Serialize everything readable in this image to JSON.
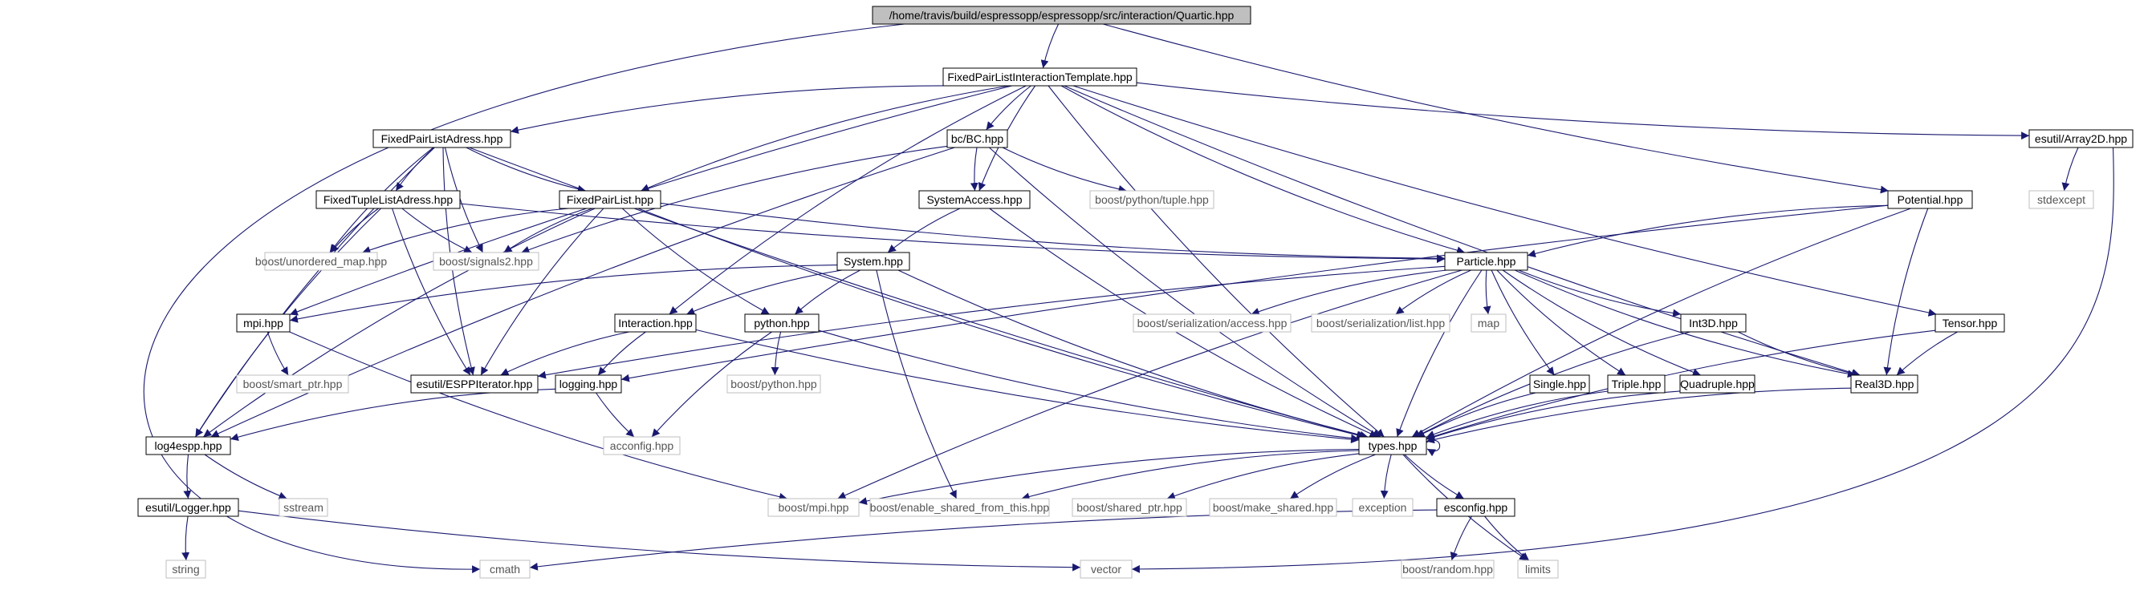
{
  "colors": {
    "edge": "#191970",
    "root_fill": "#bfbfbf",
    "node_border": "#000000",
    "ext_border": "#bfbfbf",
    "text": "#000000",
    "ext_text": "#555555"
  },
  "nodes": [
    {
      "id": "quartic",
      "label": "/home/travis/build/espressopp/espressopp/src/interaction/Quartic.hpp",
      "kind": "root"
    },
    {
      "id": "fplit",
      "label": "FixedPairListInteractionTemplate.hpp",
      "kind": "file"
    },
    {
      "id": "fpla",
      "label": "FixedPairListAdress.hpp",
      "kind": "file"
    },
    {
      "id": "bc",
      "label": "bc/BC.hpp",
      "kind": "file"
    },
    {
      "id": "a2d",
      "label": "esutil/Array2D.hpp",
      "kind": "file"
    },
    {
      "id": "ftla",
      "label": "FixedTupleListAdress.hpp",
      "kind": "file"
    },
    {
      "id": "fpl",
      "label": "FixedPairList.hpp",
      "kind": "file"
    },
    {
      "id": "sysacc",
      "label": "SystemAccess.hpp",
      "kind": "file"
    },
    {
      "id": "tuple",
      "label": "boost/python/tuple.hpp",
      "kind": "ext"
    },
    {
      "id": "potential",
      "label": "Potential.hpp",
      "kind": "file"
    },
    {
      "id": "stdexcept",
      "label": "stdexcept",
      "kind": "ext"
    },
    {
      "id": "umap",
      "label": "boost/unordered_map.hpp",
      "kind": "ext"
    },
    {
      "id": "sig2",
      "label": "boost/signals2.hpp",
      "kind": "ext"
    },
    {
      "id": "system",
      "label": "System.hpp",
      "kind": "file"
    },
    {
      "id": "particle",
      "label": "Particle.hpp",
      "kind": "file"
    },
    {
      "id": "mpi",
      "label": "mpi.hpp",
      "kind": "file"
    },
    {
      "id": "interaction",
      "label": "Interaction.hpp",
      "kind": "file"
    },
    {
      "id": "python",
      "label": "python.hpp",
      "kind": "file"
    },
    {
      "id": "serAccess",
      "label": "boost/serialization/access.hpp",
      "kind": "ext"
    },
    {
      "id": "serList",
      "label": "boost/serialization/list.hpp",
      "kind": "ext"
    },
    {
      "id": "map",
      "label": "map",
      "kind": "ext"
    },
    {
      "id": "int3d",
      "label": "Int3D.hpp",
      "kind": "file"
    },
    {
      "id": "tensor",
      "label": "Tensor.hpp",
      "kind": "file"
    },
    {
      "id": "sptrMpi",
      "label": "boost/smart_ptr.hpp",
      "kind": "ext"
    },
    {
      "id": "esppIter",
      "label": "esutil/ESPPIterator.hpp",
      "kind": "file"
    },
    {
      "id": "logging",
      "label": "logging.hpp",
      "kind": "file"
    },
    {
      "id": "bpython",
      "label": "boost/python.hpp",
      "kind": "ext"
    },
    {
      "id": "single",
      "label": "Single.hpp",
      "kind": "file"
    },
    {
      "id": "triple",
      "label": "Triple.hpp",
      "kind": "file"
    },
    {
      "id": "quadruple",
      "label": "Quadruple.hpp",
      "kind": "file"
    },
    {
      "id": "real3d",
      "label": "Real3D.hpp",
      "kind": "file"
    },
    {
      "id": "log4espp",
      "label": "log4espp.hpp",
      "kind": "file"
    },
    {
      "id": "acconfig",
      "label": "acconfig.hpp",
      "kind": "ext"
    },
    {
      "id": "types",
      "label": "types.hpp",
      "kind": "file"
    },
    {
      "id": "logger",
      "label": "esutil/Logger.hpp",
      "kind": "file"
    },
    {
      "id": "sstream",
      "label": "sstream",
      "kind": "ext"
    },
    {
      "id": "bmpi",
      "label": "boost/mpi.hpp",
      "kind": "ext"
    },
    {
      "id": "esft",
      "label": "boost/enable_shared_from_this.hpp",
      "kind": "ext"
    },
    {
      "id": "sptr",
      "label": "boost/shared_ptr.hpp",
      "kind": "ext"
    },
    {
      "id": "mkshared",
      "label": "boost/make_shared.hpp",
      "kind": "ext"
    },
    {
      "id": "exception",
      "label": "exception",
      "kind": "ext"
    },
    {
      "id": "esconfig",
      "label": "esconfig.hpp",
      "kind": "file"
    },
    {
      "id": "string",
      "label": "string",
      "kind": "ext"
    },
    {
      "id": "cmath",
      "label": "cmath",
      "kind": "ext"
    },
    {
      "id": "vector",
      "label": "vector",
      "kind": "ext"
    },
    {
      "id": "brandom",
      "label": "boost/random.hpp",
      "kind": "ext"
    },
    {
      "id": "limits",
      "label": "limits",
      "kind": "ext"
    }
  ],
  "edges": [
    [
      "quartic",
      "fplit"
    ],
    [
      "quartic",
      "potential"
    ],
    [
      "quartic",
      "cmath"
    ],
    [
      "fplit",
      "fpla"
    ],
    [
      "fplit",
      "bc"
    ],
    [
      "fplit",
      "a2d"
    ],
    [
      "fplit",
      "fpl"
    ],
    [
      "fplit",
      "sysacc"
    ],
    [
      "fplit",
      "particle"
    ],
    [
      "fplit",
      "interaction"
    ],
    [
      "fplit",
      "mpi"
    ],
    [
      "fplit",
      "types"
    ],
    [
      "fplit",
      "real3d"
    ],
    [
      "fplit",
      "tensor"
    ],
    [
      "fpla",
      "ftla"
    ],
    [
      "fpla",
      "fpl"
    ],
    [
      "fpla",
      "umap"
    ],
    [
      "fpla",
      "sig2"
    ],
    [
      "fpla",
      "log4espp"
    ],
    [
      "fpla",
      "esppIter"
    ],
    [
      "fpla",
      "types"
    ],
    [
      "bc",
      "sysacc"
    ],
    [
      "bc",
      "tuple"
    ],
    [
      "bc",
      "sig2"
    ],
    [
      "bc",
      "types"
    ],
    [
      "bc",
      "log4espp"
    ],
    [
      "a2d",
      "stdexcept"
    ],
    [
      "a2d",
      "vector"
    ],
    [
      "ftla",
      "umap"
    ],
    [
      "ftla",
      "sig2"
    ],
    [
      "ftla",
      "particle"
    ],
    [
      "ftla",
      "log4espp"
    ],
    [
      "ftla",
      "esppIter"
    ],
    [
      "fpl",
      "umap"
    ],
    [
      "fpl",
      "sig2"
    ],
    [
      "fpl",
      "particle"
    ],
    [
      "fpl",
      "python"
    ],
    [
      "fpl",
      "log4espp"
    ],
    [
      "fpl",
      "esppIter"
    ],
    [
      "fpl",
      "types"
    ],
    [
      "sysacc",
      "system"
    ],
    [
      "sysacc",
      "types"
    ],
    [
      "potential",
      "particle"
    ],
    [
      "potential",
      "real3d"
    ],
    [
      "potential",
      "logging"
    ],
    [
      "potential",
      "types"
    ],
    [
      "system",
      "mpi"
    ],
    [
      "system",
      "interaction"
    ],
    [
      "system",
      "python"
    ],
    [
      "system",
      "types"
    ],
    [
      "system",
      "esft"
    ],
    [
      "particle",
      "esppIter"
    ],
    [
      "particle",
      "serAccess"
    ],
    [
      "particle",
      "serList"
    ],
    [
      "particle",
      "map"
    ],
    [
      "particle",
      "int3d"
    ],
    [
      "particle",
      "single"
    ],
    [
      "particle",
      "triple"
    ],
    [
      "particle",
      "quadruple"
    ],
    [
      "particle",
      "real3d"
    ],
    [
      "particle",
      "types"
    ],
    [
      "particle",
      "bmpi"
    ],
    [
      "mpi",
      "sptrMpi"
    ],
    [
      "mpi",
      "bmpi"
    ],
    [
      "interaction",
      "esppIter"
    ],
    [
      "interaction",
      "logging"
    ],
    [
      "interaction",
      "types"
    ],
    [
      "python",
      "bpython"
    ],
    [
      "python",
      "acconfig"
    ],
    [
      "python",
      "types"
    ],
    [
      "int3d",
      "real3d"
    ],
    [
      "int3d",
      "types"
    ],
    [
      "tensor",
      "real3d"
    ],
    [
      "tensor",
      "types"
    ],
    [
      "logging",
      "log4espp"
    ],
    [
      "logging",
      "acconfig"
    ],
    [
      "single",
      "types"
    ],
    [
      "triple",
      "types"
    ],
    [
      "quadruple",
      "types"
    ],
    [
      "real3d",
      "types"
    ],
    [
      "log4espp",
      "logger"
    ],
    [
      "log4espp",
      "sstream"
    ],
    [
      "logger",
      "string"
    ],
    [
      "logger",
      "vector"
    ],
    [
      "types",
      "types"
    ],
    [
      "types",
      "bmpi"
    ],
    [
      "types",
      "esft"
    ],
    [
      "types",
      "sptr"
    ],
    [
      "types",
      "mkshared"
    ],
    [
      "types",
      "exception"
    ],
    [
      "types",
      "esconfig"
    ],
    [
      "types",
      "limits"
    ],
    [
      "esconfig",
      "cmath"
    ],
    [
      "esconfig",
      "brandom"
    ],
    [
      "esconfig",
      "limits"
    ]
  ]
}
